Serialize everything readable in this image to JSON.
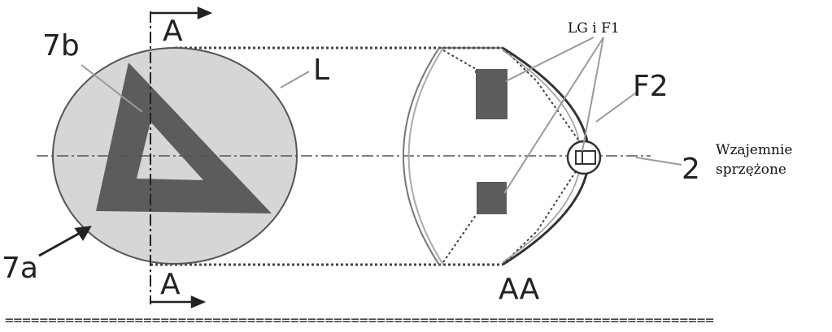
{
  "labels": {
    "label_7b": "7b",
    "label_7a": "7a",
    "label_L": "L",
    "label_A_top": "A",
    "label_A_bottom": "A",
    "label_AA": "AA",
    "label_F2": "F2",
    "label_2": "2",
    "label_LG_F1": "LG i F1",
    "label_wzajemnie": "Wzajemnie",
    "label_sprzezone": "sprzężone"
  },
  "colors": {
    "circle_fill": "#d6d6d6",
    "triangle_fill": "#5c5c5c",
    "rect_fill": "#5c5c5c",
    "line": "#333333",
    "leader": "#9a9a9a"
  },
  "separator": "=================================================================================="
}
